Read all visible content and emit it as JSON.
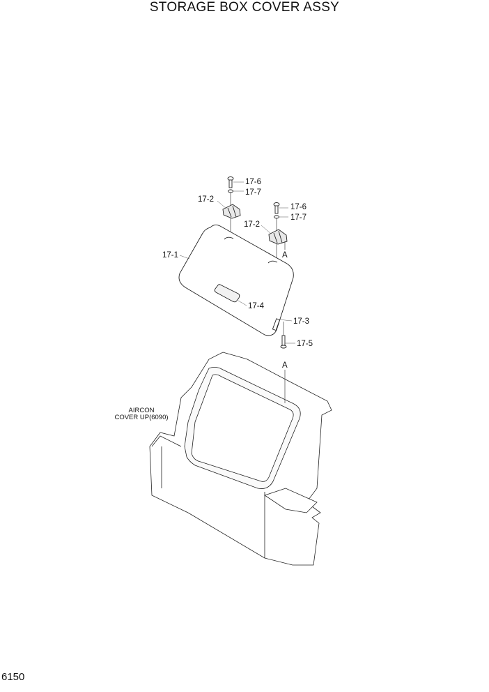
{
  "header": {
    "title": "STORAGE BOX COVER ASSY"
  },
  "footer": {
    "page_number": "6150"
  },
  "diagram": {
    "callouts": [
      {
        "id": "c1",
        "label": "17-6"
      },
      {
        "id": "c2",
        "label": "17-7"
      },
      {
        "id": "c3",
        "label": "17-2"
      },
      {
        "id": "c4",
        "label": "17-6"
      },
      {
        "id": "c5",
        "label": "17-7"
      },
      {
        "id": "c6",
        "label": "17-2"
      },
      {
        "id": "c7",
        "label": "A"
      },
      {
        "id": "c8",
        "label": "17-1"
      },
      {
        "id": "c9",
        "label": "17-4"
      },
      {
        "id": "c10",
        "label": "17-3"
      },
      {
        "id": "c11",
        "label": "17-5"
      },
      {
        "id": "c12",
        "label": "A"
      }
    ],
    "reference_note": {
      "line1": "AIRCON",
      "line2": "COVER UP(6090)"
    }
  }
}
